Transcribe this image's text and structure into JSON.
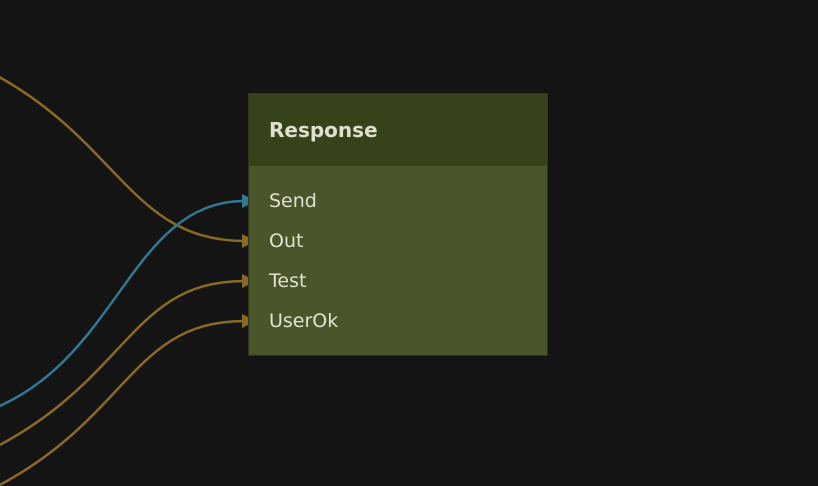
{
  "node": {
    "title": "Response",
    "inputs": [
      {
        "label": "Send",
        "wire_color": "#2e7a94"
      },
      {
        "label": "Out",
        "wire_color": "#8a6a22"
      },
      {
        "label": "Test",
        "wire_color": "#8a6a22"
      },
      {
        "label": "UserOk",
        "wire_color": "#8a6a22"
      }
    ]
  },
  "colors": {
    "background": "#141414",
    "header": "#35421a",
    "body": "#4a5629"
  }
}
